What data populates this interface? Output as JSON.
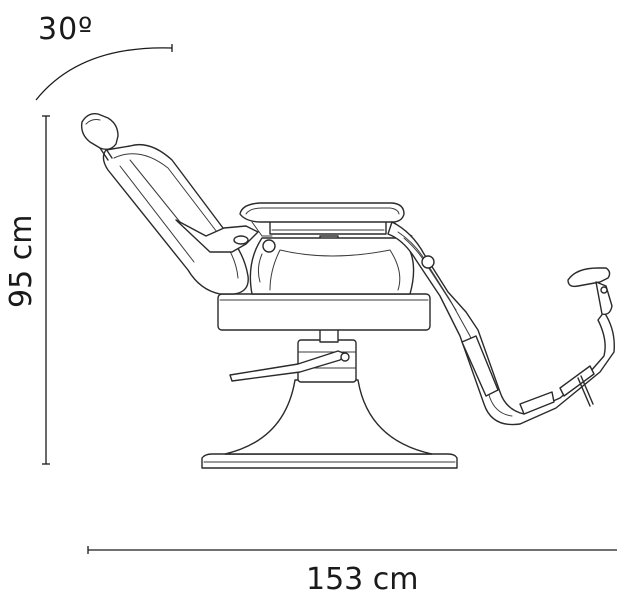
{
  "dimensions": {
    "recline_angle": "30º",
    "height": "95 cm",
    "length": "153 cm"
  },
  "illustration": {
    "icon": "barber-chair-icon"
  },
  "colors": {
    "line": "#2a2a2a",
    "background": "#ffffff"
  }
}
